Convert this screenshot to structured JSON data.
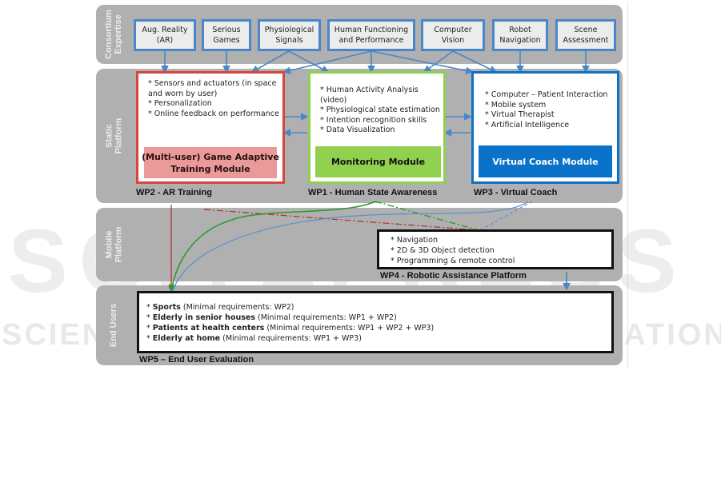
{
  "bands": [
    {
      "id": "consortium",
      "label": "Consortium\nExpertise"
    },
    {
      "id": "static",
      "label": "Static\nPlatform"
    },
    {
      "id": "mobile",
      "label": "Mobile\nPlatform"
    },
    {
      "id": "endusers",
      "label": "End Users"
    }
  ],
  "expertise": [
    "Aug. Reality\n(AR)",
    "Serious\nGames",
    "Physiological\nSignals",
    "Human Functioning\nand Performance",
    "Computer\nVision",
    "Robot\nNavigation",
    "Scene\nAssessment"
  ],
  "modules": {
    "ar_training": {
      "items": [
        "* Sensors and actuators (in space and worn by user)",
        "* Personalization",
        "* Online feedback on performance"
      ],
      "title": "(Multi-user) Game Adaptive\nTraining Module",
      "wp_label": "WP2 - AR Training",
      "border_color": "#d9443c",
      "title_bg": "#eb9a9a"
    },
    "monitoring": {
      "items": [
        "* Human Activity Analysis (video)",
        "* Physiological state estimation",
        "* Intention recognition skills",
        "* Data Visualization"
      ],
      "title": "Monitoring Module",
      "wp_label": "WP1 - Human State Awareness",
      "border_color": "#8fd14f",
      "title_bg": "#92d050"
    },
    "virtual_coach": {
      "items": [
        "* Computer – Patient Interaction",
        "* Mobile system",
        "* Virtual Therapist",
        "* Artificial Intelligence"
      ],
      "title": "Virtual Coach Module",
      "wp_label": "WP3 - Virtual Coach",
      "border_color": "#0a72c9",
      "title_bg": "#0a72c9"
    }
  },
  "robotic": {
    "items": [
      "* Navigation",
      "* 2D & 3D Object detection",
      "* Programming & remote control"
    ],
    "wp_label": "WP4 - Robotic Assistance Platform"
  },
  "end_users": {
    "items": [
      {
        "bold": "Sports",
        "rest": " (Minimal requirements: WP2)"
      },
      {
        "bold": "Elderly in senior houses",
        "rest": " (Minimal requirements: WP1 + WP2)"
      },
      {
        "bold": "Patients at health centers",
        "rest": " (Minimal requirements: WP1 + WP2 + WP3)"
      },
      {
        "bold": "Elderly at home",
        "rest": " (Minimal requirements: WP1 + WP3)"
      }
    ],
    "wp_label": "WP5 – End User Evaluation"
  },
  "watermark": {
    "big": "SCITEPRESS",
    "small": "SCIENCE AND TECHNOLOGY PUBLICATIONS"
  },
  "colors": {
    "band_gray": "#b0b0b0",
    "connector_blue": "#4a86c8",
    "link_red": "#b03030",
    "link_green": "#2e9a2e",
    "link_blue": "#5a8fd0"
  }
}
